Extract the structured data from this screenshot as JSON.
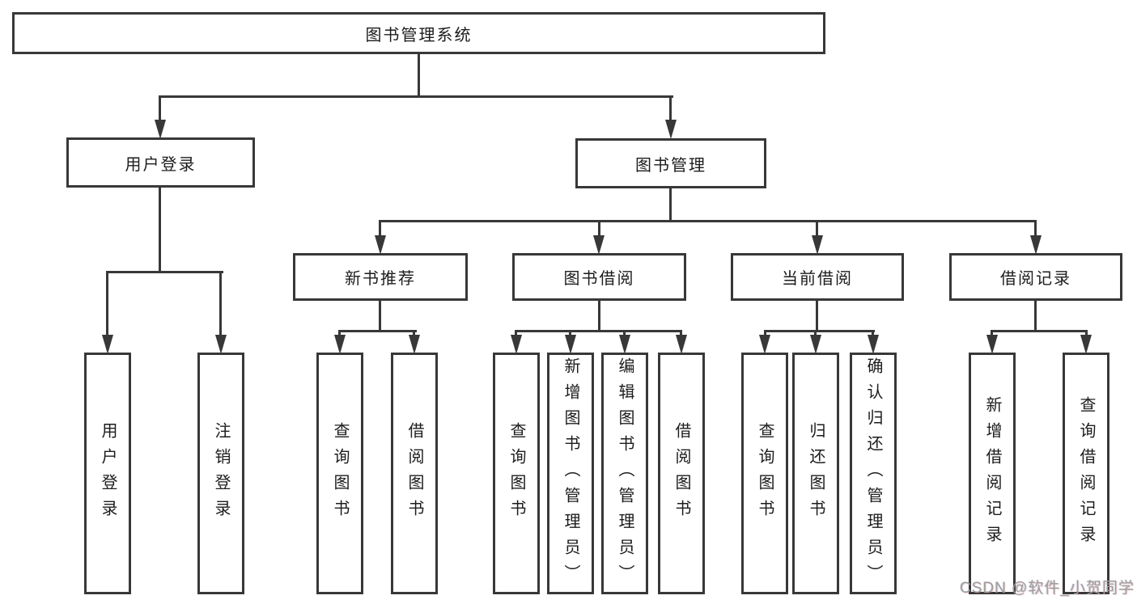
{
  "tree": {
    "root": {
      "label": "图书管理系统"
    },
    "branches": [
      {
        "label": "用户登录",
        "children": [
          {
            "label": "用户登录"
          },
          {
            "label": "注销登录"
          }
        ]
      },
      {
        "label": "图书管理",
        "children": [
          {
            "label": "新书推荐",
            "children": [
              {
                "label": "查询图书"
              },
              {
                "label": "借阅图书"
              }
            ]
          },
          {
            "label": "图书借阅",
            "children": [
              {
                "label": "查询图书"
              },
              {
                "label": "新增图书（管理员）"
              },
              {
                "label": "编辑图书（管理员）"
              },
              {
                "label": "借阅图书"
              }
            ]
          },
          {
            "label": "当前借阅",
            "children": [
              {
                "label": "查询图书"
              },
              {
                "label": "归还图书"
              },
              {
                "label": "确认归还（管理员）"
              }
            ]
          },
          {
            "label": "借阅记录",
            "children": [
              {
                "label": "新增借阅记录"
              },
              {
                "label": "查询借阅记录"
              }
            ]
          }
        ]
      }
    ]
  },
  "watermark": {
    "text": "CSDN @软件_小贺同学"
  },
  "colors": {
    "line": "#383838",
    "text": "#1c1c1c",
    "watermark": "#9e9e9e",
    "background": "#ffffff"
  }
}
